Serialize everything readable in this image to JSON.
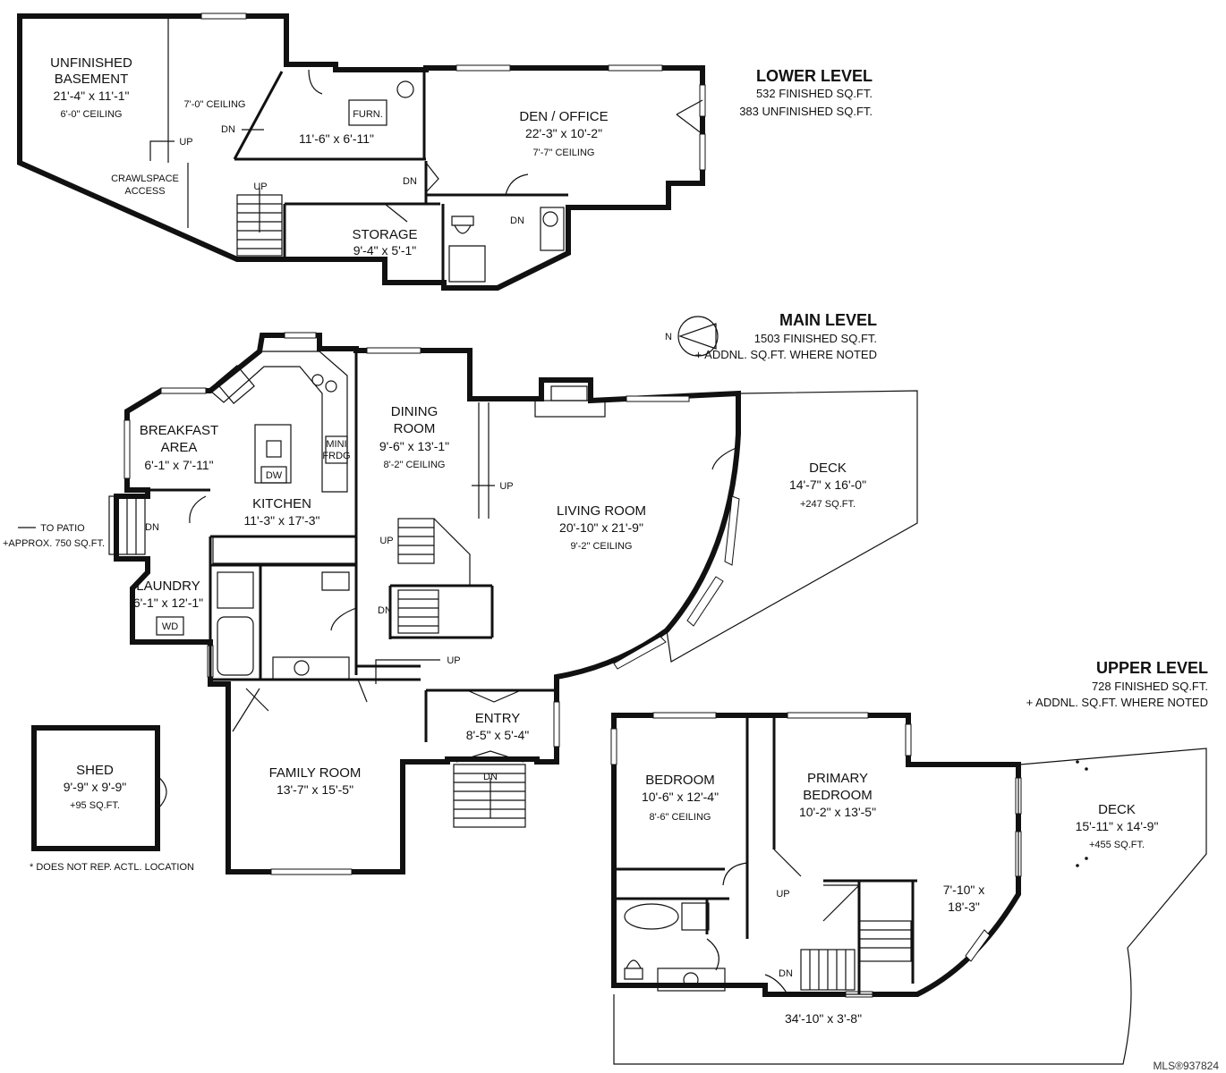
{
  "levels": {
    "lower": {
      "title": "LOWER LEVEL",
      "line1": "532 FINISHED SQ.FT.",
      "line2": "383 UNFINISHED SQ.FT."
    },
    "main": {
      "title": "MAIN LEVEL",
      "line1": "1503 FINISHED SQ.FT.",
      "line2": "+ ADDNL. SQ.FT. WHERE NOTED"
    },
    "upper": {
      "title": "UPPER LEVEL",
      "line1": "728 FINISHED SQ.FT.",
      "line2": "+ ADDNL. SQ.FT. WHERE NOTED"
    }
  },
  "rooms": {
    "unfinished_basement": {
      "name1": "UNFINISHED",
      "name2": "BASEMENT",
      "dims": "21'-4\" x 11'-1\"",
      "ceiling": "6'-0\" CEILING"
    },
    "lower_hall": {
      "ceiling": "7'-0\" CEILING",
      "dims": "11'-6\" x 6'-11\""
    },
    "furnace": {
      "label": "FURN."
    },
    "crawlspace": {
      "name1": "CRAWLSPACE",
      "name2": "ACCESS"
    },
    "den_office": {
      "name": "DEN / OFFICE",
      "dims": "22'-3\" x 10'-2\"",
      "ceiling": "7'-7\" CEILING"
    },
    "storage": {
      "name": "STORAGE",
      "dims": "9'-4\" x 5'-1\""
    },
    "breakfast": {
      "name1": "BREAKFAST",
      "name2": "AREA",
      "dims": "6'-1\" x 7'-11\""
    },
    "kitchen": {
      "name": "KITCHEN",
      "dims": "11'-3\" x 17'-3\""
    },
    "dining": {
      "name1": "DINING",
      "name2": "ROOM",
      "dims": "9'-6\" x 13'-1\"",
      "ceiling": "8'-2\" CEILING"
    },
    "living": {
      "name": "LIVING ROOM",
      "dims": "20'-10\" x 21'-9\"",
      "ceiling": "9'-2\" CEILING"
    },
    "main_deck": {
      "name": "DECK",
      "dims": "14'-7\" x 16'-0\"",
      "extra": "+247 SQ.FT."
    },
    "laundry": {
      "name": "LAUNDRY",
      "dims": "6'-1\" x 12'-1\""
    },
    "family": {
      "name": "FAMILY ROOM",
      "dims": "13'-7\" x 15'-5\""
    },
    "entry": {
      "name": "ENTRY",
      "dims": "8'-5\" x 5'-4\""
    },
    "shed": {
      "name": "SHED",
      "dims": "9'-9\" x 9'-9\"",
      "extra": "+95 SQ.FT."
    },
    "bedroom": {
      "name": "BEDROOM",
      "dims": "10'-6\" x 12'-4\"",
      "ceiling": "8'-6\" CEILING"
    },
    "primary": {
      "name1": "PRIMARY",
      "name2": "BEDROOM",
      "dims": "10'-2\" x 13'-5\""
    },
    "upper_room": {
      "dims1": "7'-10\" x",
      "dims2": "18'-3\""
    },
    "upper_deck": {
      "name": "DECK",
      "dims": "15'-11\" x 14'-9\"",
      "extra": "+455 SQ.FT."
    },
    "balcony": {
      "dims": "34'-10\" x 3'-8\""
    }
  },
  "annotations": {
    "up": "UP",
    "dn": "DN",
    "to_patio": "TO PATIO",
    "patio_area": "+APPROX. 750 SQ.FT.",
    "shed_note": "* DOES NOT REP. ACTL. LOCATION",
    "mini_fridge1": "MINI",
    "mini_fridge2": "FRDG",
    "dw": "DW",
    "wd": "WD",
    "compass": "N",
    "mls": "MLS®937824"
  }
}
